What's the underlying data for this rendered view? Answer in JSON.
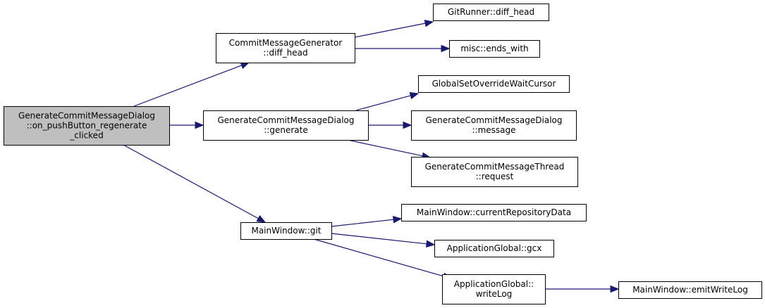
{
  "colors": {
    "node_fill": "#ffffff",
    "root_fill": "#bfbfbf",
    "border": "#000000",
    "edge": "#191970"
  },
  "nodes": [
    {
      "id": "root",
      "lines": [
        "GenerateCommitMessageDialog",
        "::on_pushButton_regenerate",
        "_clicked"
      ],
      "highlighted": true
    },
    {
      "id": "cmg_diff_head",
      "lines": [
        "CommitMessageGenerator",
        "::diff_head"
      ]
    },
    {
      "id": "gcmd_generate",
      "lines": [
        "GenerateCommitMessageDialog",
        "::generate"
      ]
    },
    {
      "id": "mw_git",
      "lines": [
        "MainWindow::git"
      ]
    },
    {
      "id": "gitrunner_diff_head",
      "lines": [
        "GitRunner::diff_head"
      ]
    },
    {
      "id": "misc_ends_with",
      "lines": [
        "misc::ends_with"
      ]
    },
    {
      "id": "gsowc",
      "lines": [
        "GlobalSetOverrideWaitCursor"
      ]
    },
    {
      "id": "gcmd_message",
      "lines": [
        "GenerateCommitMessageDialog",
        "::message"
      ]
    },
    {
      "id": "gcmt_request",
      "lines": [
        "GenerateCommitMessageThread",
        "::request"
      ]
    },
    {
      "id": "mw_current_repo",
      "lines": [
        "MainWindow::currentRepositoryData"
      ]
    },
    {
      "id": "ag_gcx",
      "lines": [
        "ApplicationGlobal::gcx"
      ]
    },
    {
      "id": "ag_writelog",
      "lines": [
        "ApplicationGlobal::",
        "writeLog"
      ]
    },
    {
      "id": "mw_emitwritelog",
      "lines": [
        "MainWindow::emitWriteLog"
      ]
    }
  ],
  "edges": [
    {
      "from": "root",
      "to": "cmg_diff_head"
    },
    {
      "from": "root",
      "to": "gcmd_generate"
    },
    {
      "from": "root",
      "to": "mw_git"
    },
    {
      "from": "cmg_diff_head",
      "to": "gitrunner_diff_head"
    },
    {
      "from": "cmg_diff_head",
      "to": "misc_ends_with"
    },
    {
      "from": "gcmd_generate",
      "to": "gsowc"
    },
    {
      "from": "gcmd_generate",
      "to": "gcmd_message"
    },
    {
      "from": "gcmd_generate",
      "to": "gcmt_request"
    },
    {
      "from": "mw_git",
      "to": "mw_current_repo"
    },
    {
      "from": "mw_git",
      "to": "ag_gcx"
    },
    {
      "from": "mw_git",
      "to": "ag_writelog"
    },
    {
      "from": "ag_writelog",
      "to": "mw_emitwritelog"
    }
  ]
}
